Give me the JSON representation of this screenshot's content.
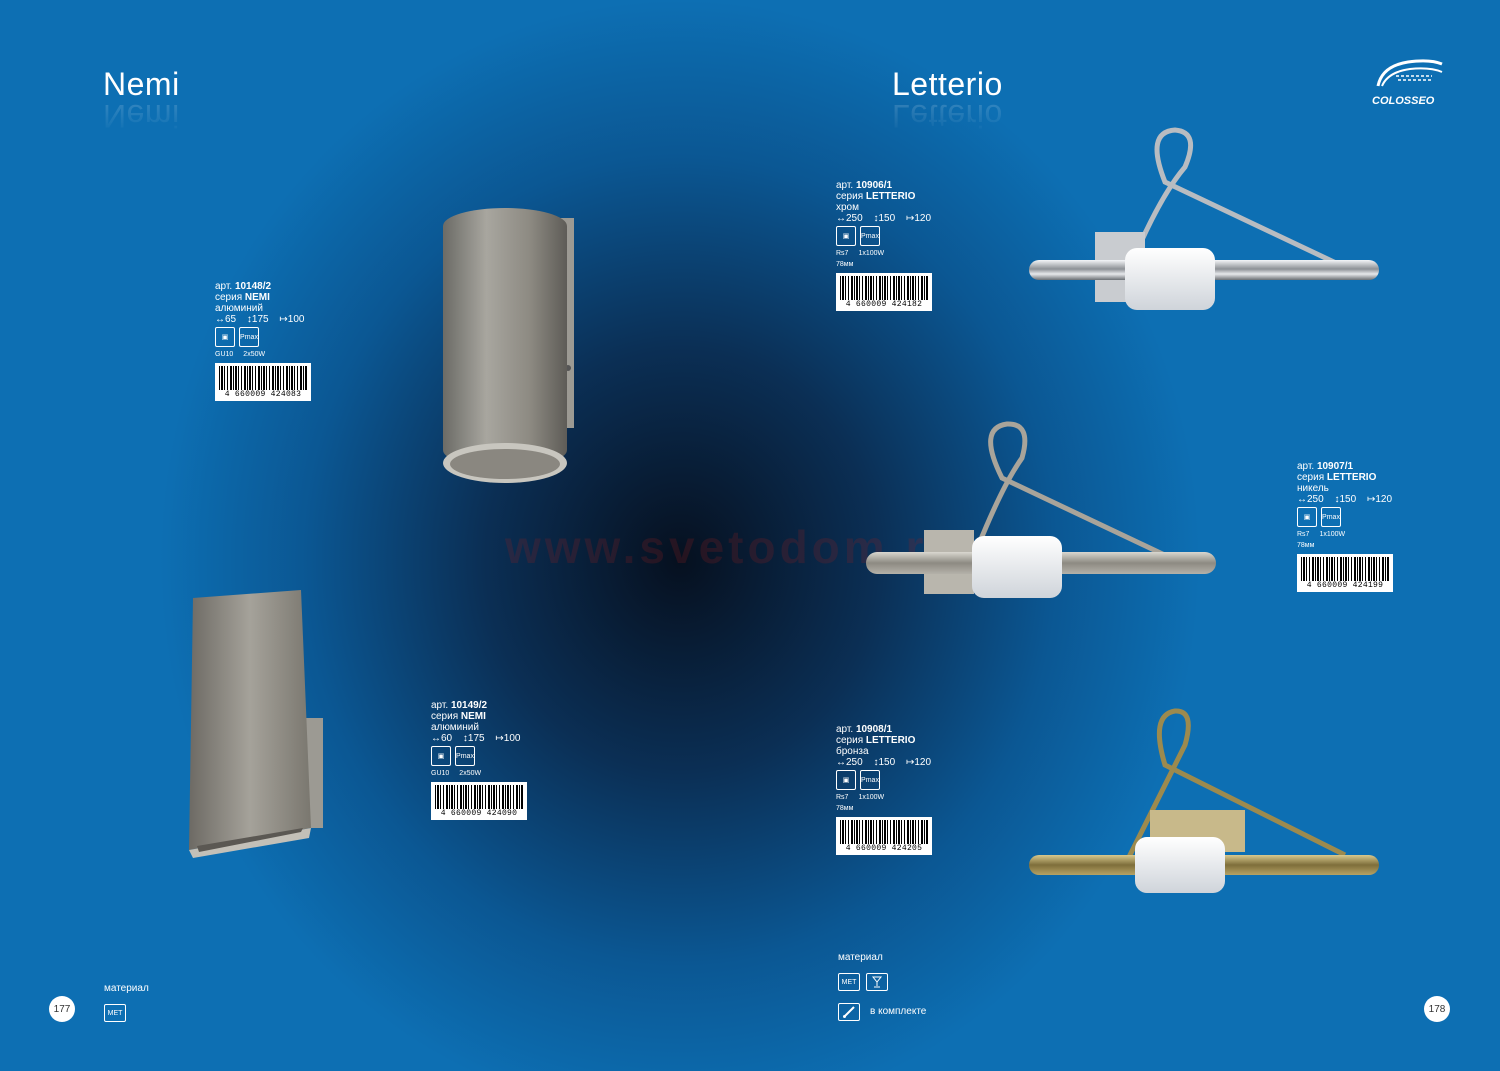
{
  "left_page": {
    "title": "Nemi",
    "page_number": "177",
    "material_label": "материал",
    "material_badges": [
      "MET"
    ]
  },
  "right_page": {
    "title": "Letterio",
    "page_number": "178",
    "material_label": "материал",
    "material_badges": [
      "MET"
    ],
    "included_label": "в комплекте"
  },
  "logo_text": "COLOSSEO",
  "watermark": "www.svetodom.ru",
  "products": [
    {
      "art_prefix": "арт.",
      "art": "10148/2",
      "series_prefix": "серия",
      "series": "NEMI",
      "material": "алюминий",
      "w": "65",
      "h": "175",
      "d": "100",
      "socket": "GU10",
      "power": "2x50W",
      "size": "",
      "barcode": "4 660009 424083"
    },
    {
      "art_prefix": "арт.",
      "art": "10149/2",
      "series_prefix": "серия",
      "series": "NEMI",
      "material": "алюминий",
      "w": "60",
      "h": "175",
      "d": "100",
      "socket": "GU10",
      "power": "2x50W",
      "size": "",
      "barcode": "4 660009 424090"
    },
    {
      "art_prefix": "арт.",
      "art": "10906/1",
      "series_prefix": "серия",
      "series": "LETTERIO",
      "material": "хром",
      "w": "250",
      "h": "150",
      "d": "120",
      "socket": "Rs7",
      "power": "1x100W",
      "size": "78мм",
      "barcode": "4 660009 424182"
    },
    {
      "art_prefix": "арт.",
      "art": "10907/1",
      "series_prefix": "серия",
      "series": "LETTERIO",
      "material": "никель",
      "w": "250",
      "h": "150",
      "d": "120",
      "socket": "Rs7",
      "power": "1x100W",
      "size": "78мм",
      "barcode": "4 660009 424199"
    },
    {
      "art_prefix": "арт.",
      "art": "10908/1",
      "series_prefix": "серия",
      "series": "LETTERIO",
      "material": "бронза",
      "w": "250",
      "h": "150",
      "d": "120",
      "socket": "Rs7",
      "power": "1x100W",
      "size": "78мм",
      "barcode": "4 660009 424205"
    }
  ],
  "icon_labels": {
    "power_top": "P",
    "power_bottom": "max"
  },
  "colors": {
    "bg_edge": "#0d6fb3",
    "bg_center": "#06101f",
    "chrome": "#c9ccd0",
    "nickel": "#a9a49a",
    "bronze": "#9c8a4e"
  }
}
